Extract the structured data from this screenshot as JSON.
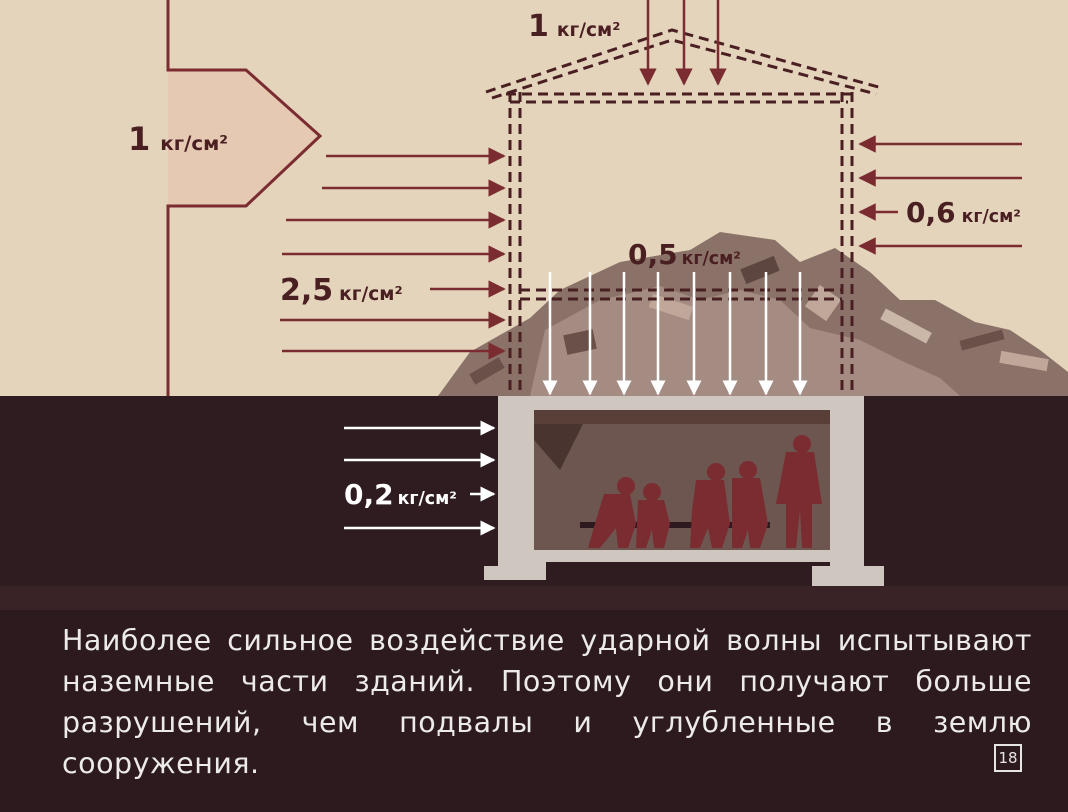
{
  "labels": {
    "roof": {
      "value": "1",
      "unit": "кг/см²"
    },
    "big_arrow": {
      "value": "1",
      "unit": "кг/см²"
    },
    "front_wall": {
      "value": "2,5",
      "unit": "кг/см²"
    },
    "back_wall": {
      "value": "0,6",
      "unit": "кг/см²"
    },
    "floor": {
      "value": "0,5",
      "unit": "кг/см²"
    },
    "basement": {
      "value": "0,2",
      "unit": "кг/см²"
    }
  },
  "caption": "Наиболее сильное воздействие ударной волны испытывают наземные части зданий. Поэтому они получают больше разрушений, чем подвалы и углубленные в землю сооружения.",
  "frame_number": "18",
  "colors": {
    "sky": "#e4d4bc",
    "ground": "#2e1c20",
    "arrow_dark": "#7a2c30",
    "concrete": "#cfc6c0",
    "rubble": "#8a7268"
  }
}
